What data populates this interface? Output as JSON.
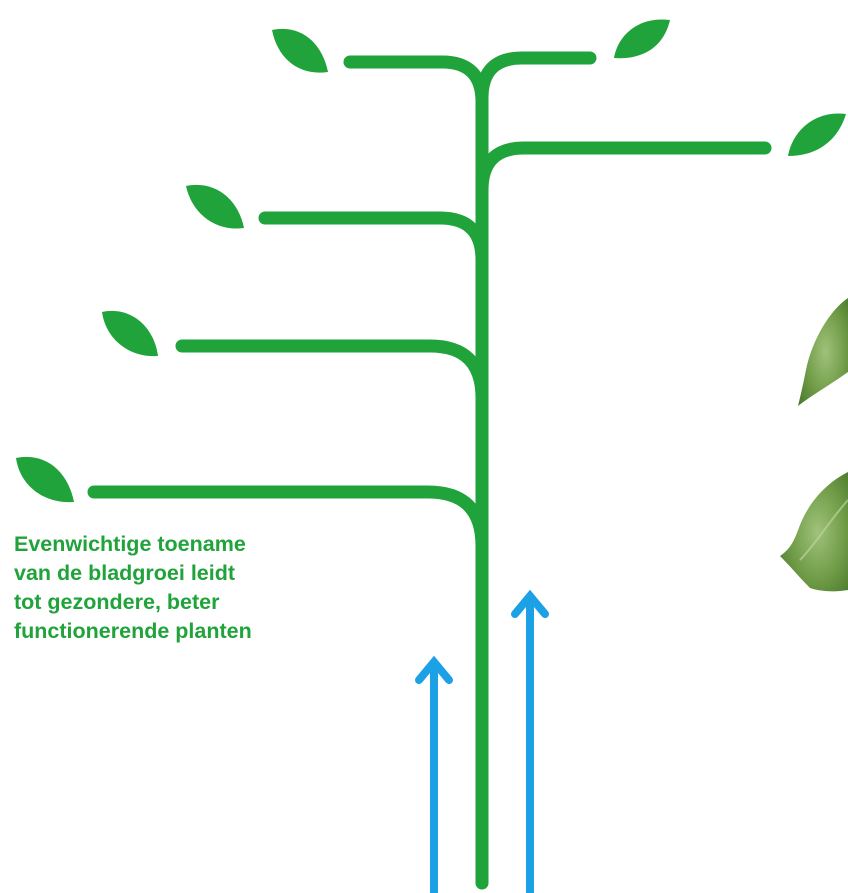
{
  "colors": {
    "plant_green": "#1fa33a",
    "root_arrow_blue": "#1da1e6",
    "photo_leaf_green": "#5f8f3c"
  },
  "caption": {
    "lines": [
      "Evenwichtige toename",
      "van de bladgroei leidt",
      "tot gezondere, beter",
      "functionerende planten"
    ]
  },
  "icons": {
    "leaf": "leaf-icon",
    "arrow": "up-arrow-icon",
    "photo": "leaf-photo"
  }
}
